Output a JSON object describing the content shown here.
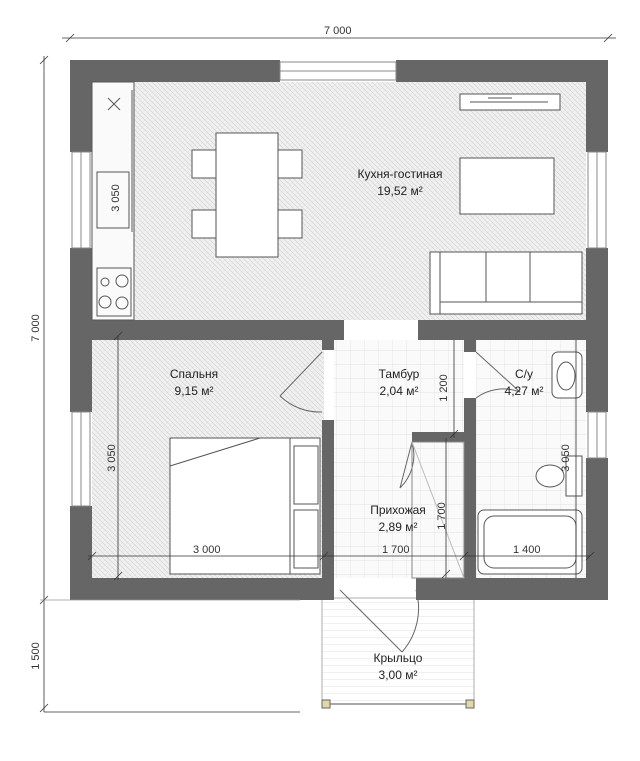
{
  "colors": {
    "wall": "#666666",
    "tile_light": "#eeeeee",
    "line": "#555555",
    "dim_line": "#333333"
  },
  "dimensions": {
    "top_total": "7 000",
    "left_total": "7 000",
    "porch_depth": "1 500",
    "bedroom_width": "3 000",
    "hall_width": "1 700",
    "bath_width": "1 400",
    "bedroom_depth": "3 050",
    "kitchen_sink_depth": "3 050",
    "bath_depth": "3 050",
    "vestibule_depth": "1 200",
    "hall_depth": "1 700"
  },
  "rooms": {
    "kitchen": {
      "name": "Кухня-гостиная",
      "area": "19,52 м²"
    },
    "bedroom": {
      "name": "Спальня",
      "area": "9,15 м²"
    },
    "vestibule": {
      "name": "Тамбур",
      "area": "2,04 м²"
    },
    "bathroom": {
      "name": "С/у",
      "area": "4,27 м²"
    },
    "hallway": {
      "name": "Прихожая",
      "area": "2,89 м²"
    },
    "porch": {
      "name": "Крыльцо",
      "area": "3,00 м²"
    }
  }
}
